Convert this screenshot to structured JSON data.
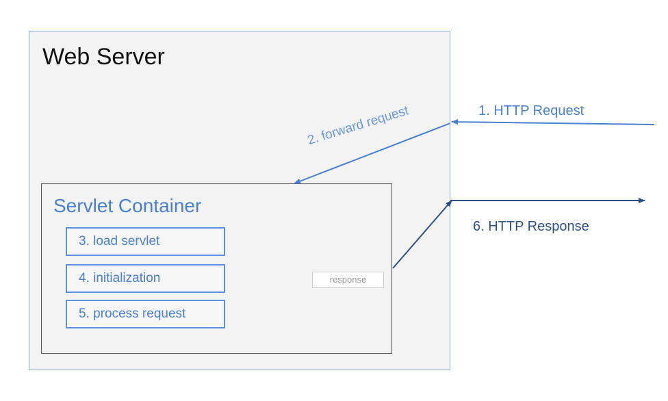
{
  "web_server": {
    "title": "Web Server"
  },
  "servlet_container": {
    "title": "Servlet Container",
    "steps": [
      "3. load servlet",
      "4. initialization",
      "5. process request"
    ],
    "response_tag": "response"
  },
  "arrows": {
    "http_request": "1. HTTP Request",
    "forward_request": "2. forward request",
    "http_response": "6. HTTP Response"
  },
  "colors": {
    "web_server_border": "#8fb0d6",
    "container_border": "#555555",
    "step_border": "#5b8fe0",
    "step_text": "#4a7fd0",
    "request_arrow": "#4a7fd0",
    "response_arrow": "#2d4f85"
  }
}
